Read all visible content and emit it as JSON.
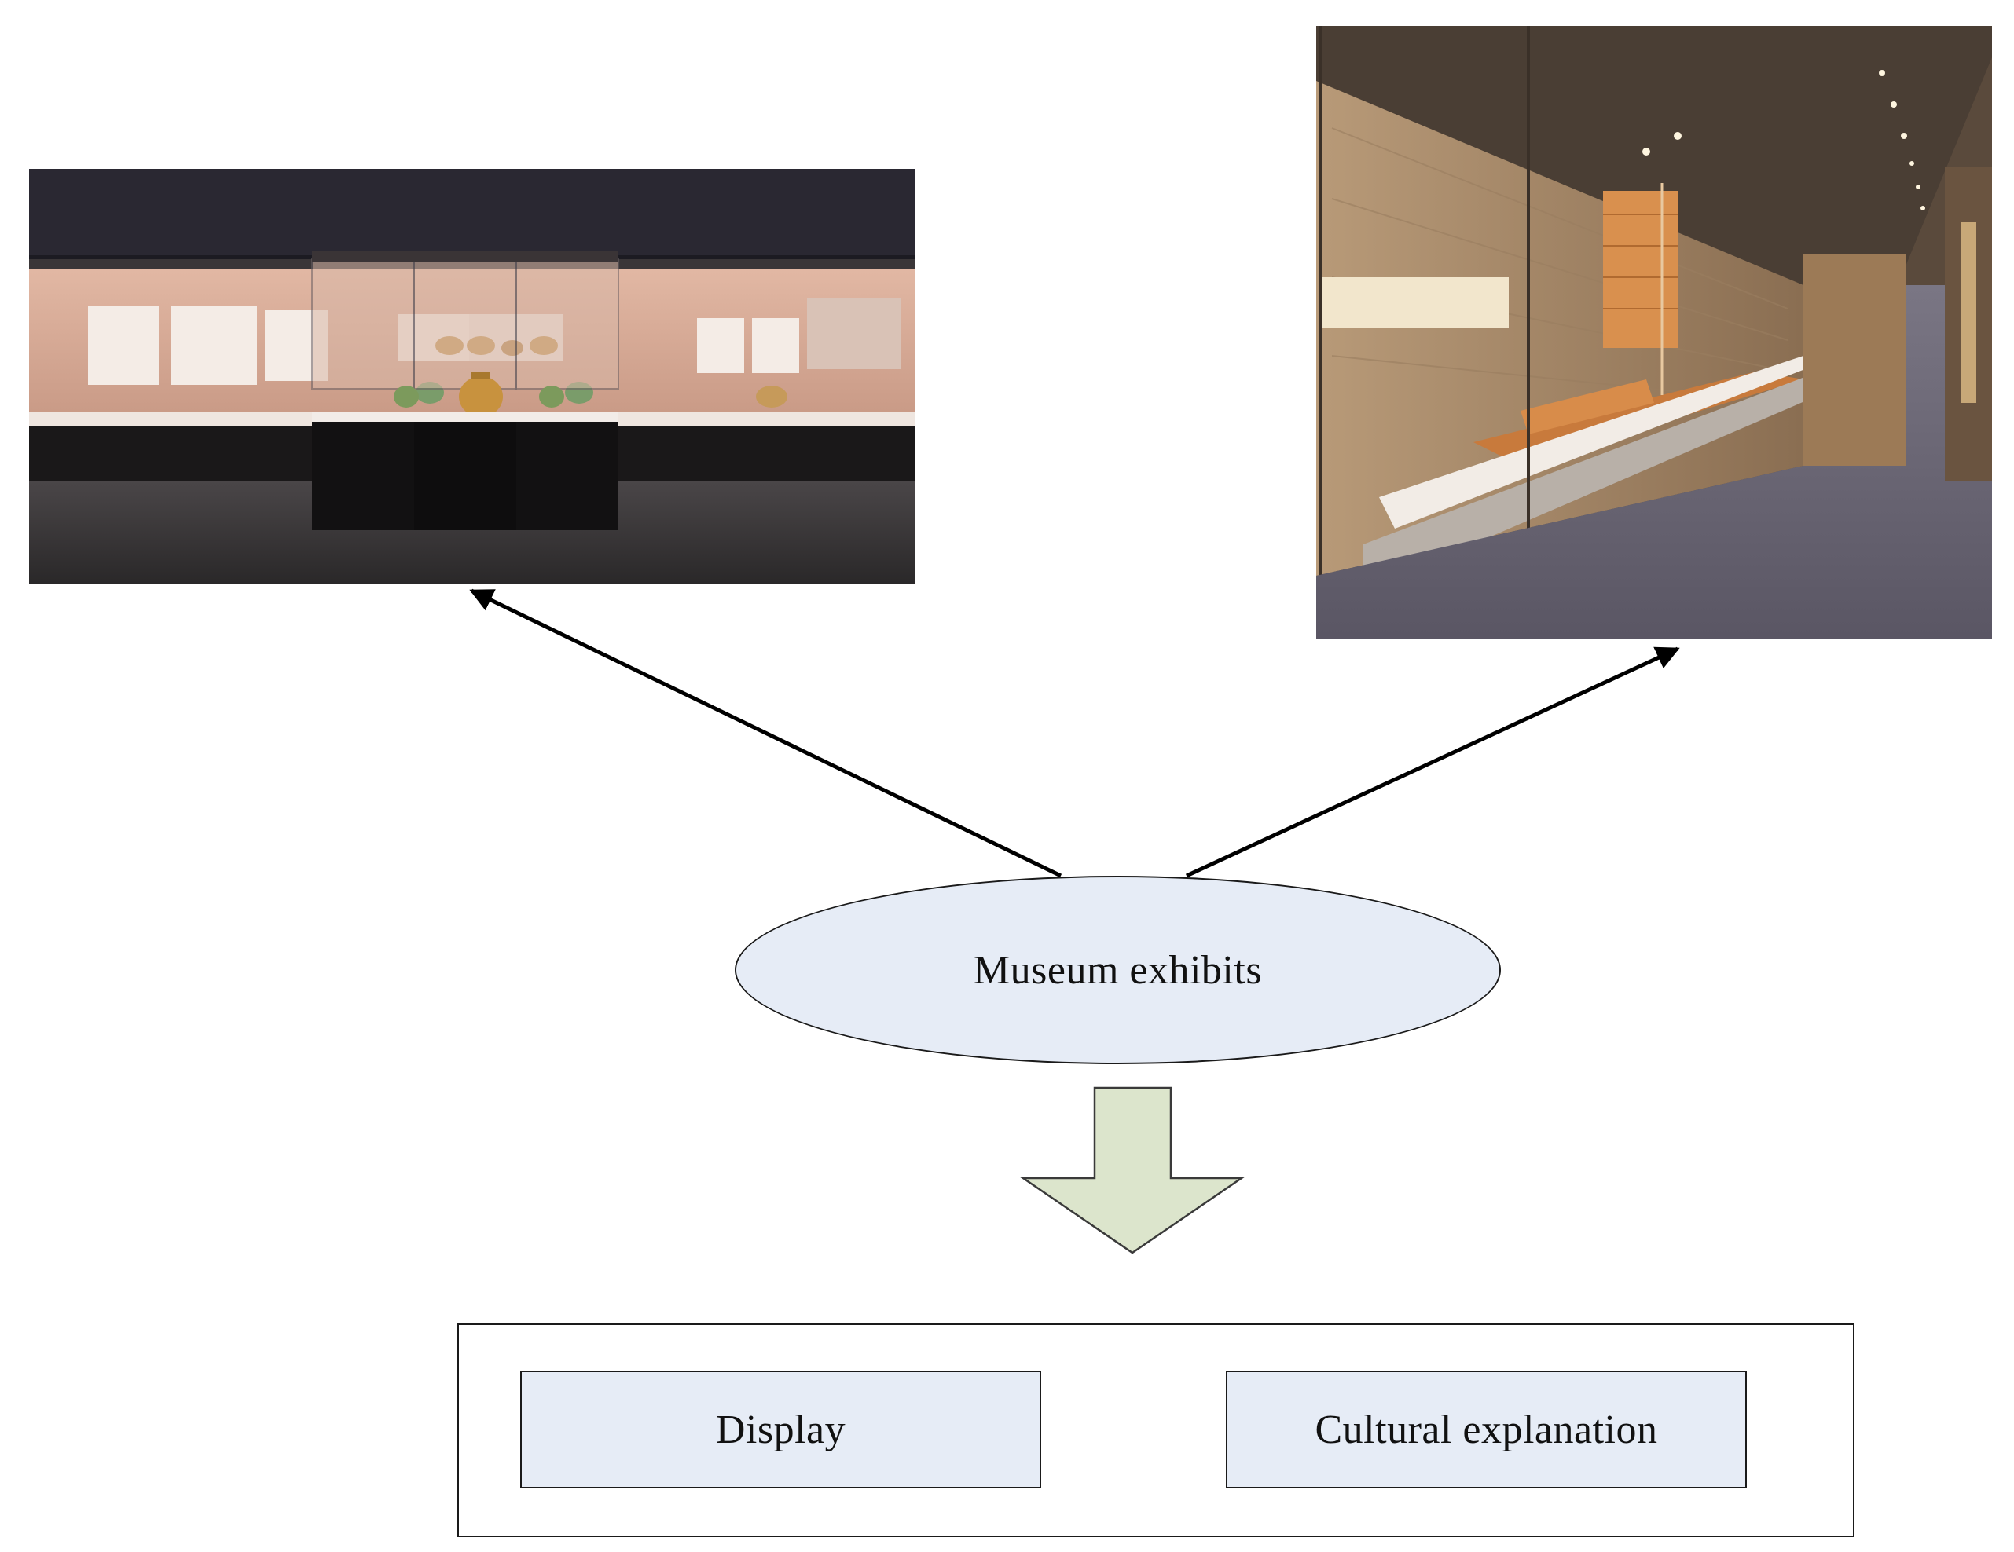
{
  "diagram": {
    "central_node": {
      "label": "Museum exhibits"
    },
    "output_nodes": [
      {
        "label": "Display"
      },
      {
        "label": "Cultural explanation"
      }
    ],
    "images": [
      {
        "subject": "museum-gallery-display-cases"
      },
      {
        "subject": "museum-corridor-boat-model-showcase"
      }
    ],
    "edges": [
      {
        "from": "Museum exhibits",
        "to": "museum-gallery-display-cases",
        "style": "arrow"
      },
      {
        "from": "Museum exhibits",
        "to": "museum-corridor-boat-model-showcase",
        "style": "arrow"
      },
      {
        "from": "Museum exhibits",
        "to": "output-group",
        "style": "block-arrow"
      }
    ],
    "colors": {
      "node_fill": "#e6ecf6",
      "block_arrow_fill": "#dce5cc",
      "stroke": "#1a1a1a"
    }
  }
}
